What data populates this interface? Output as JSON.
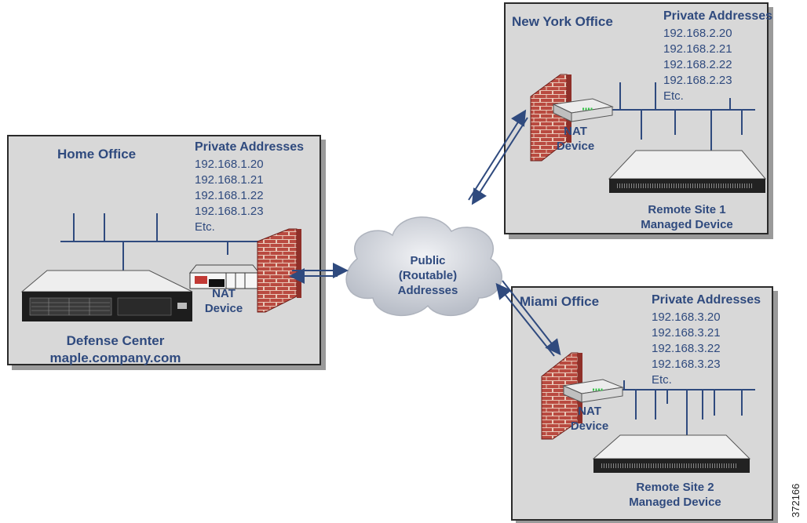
{
  "home": {
    "title": "Home Office",
    "addr_title": "Private Addresses",
    "addresses": [
      "192.168.1.20",
      "192.168.1.21",
      "192.168.1.22",
      "192.168.1.23",
      "Etc."
    ],
    "nat_line1": "NAT",
    "nat_line2": "Device",
    "dc_line1": "Defense Center",
    "dc_line2": "maple.company.com"
  },
  "ny": {
    "title": "New York Office",
    "addr_title": "Private Addresses",
    "addresses": [
      "192.168.2.20",
      "192.168.2.21",
      "192.168.2.22",
      "192.168.2.23",
      "Etc."
    ],
    "nat_line1": "NAT",
    "nat_line2": "Device",
    "site_line1": "Remote Site 1",
    "site_line2": "Managed Device"
  },
  "miami": {
    "title": "Miami Office",
    "addr_title": "Private Addresses",
    "addresses": [
      "192.168.3.20",
      "192.168.3.21",
      "192.168.3.22",
      "192.168.3.23",
      "Etc."
    ],
    "nat_line1": "NAT",
    "nat_line2": "Device",
    "site_line1": "Remote Site 2",
    "site_line2": "Managed Device"
  },
  "cloud": {
    "line1": "Public",
    "line2": "(Routable)",
    "line3": "Addresses"
  },
  "figure_id": "372166",
  "colors": {
    "panel": "#d8d8d8",
    "text": "#2f4a7e",
    "network_line": "#2f4a7e",
    "firewall": "#b5473f",
    "cloud": "#cfd3da"
  }
}
